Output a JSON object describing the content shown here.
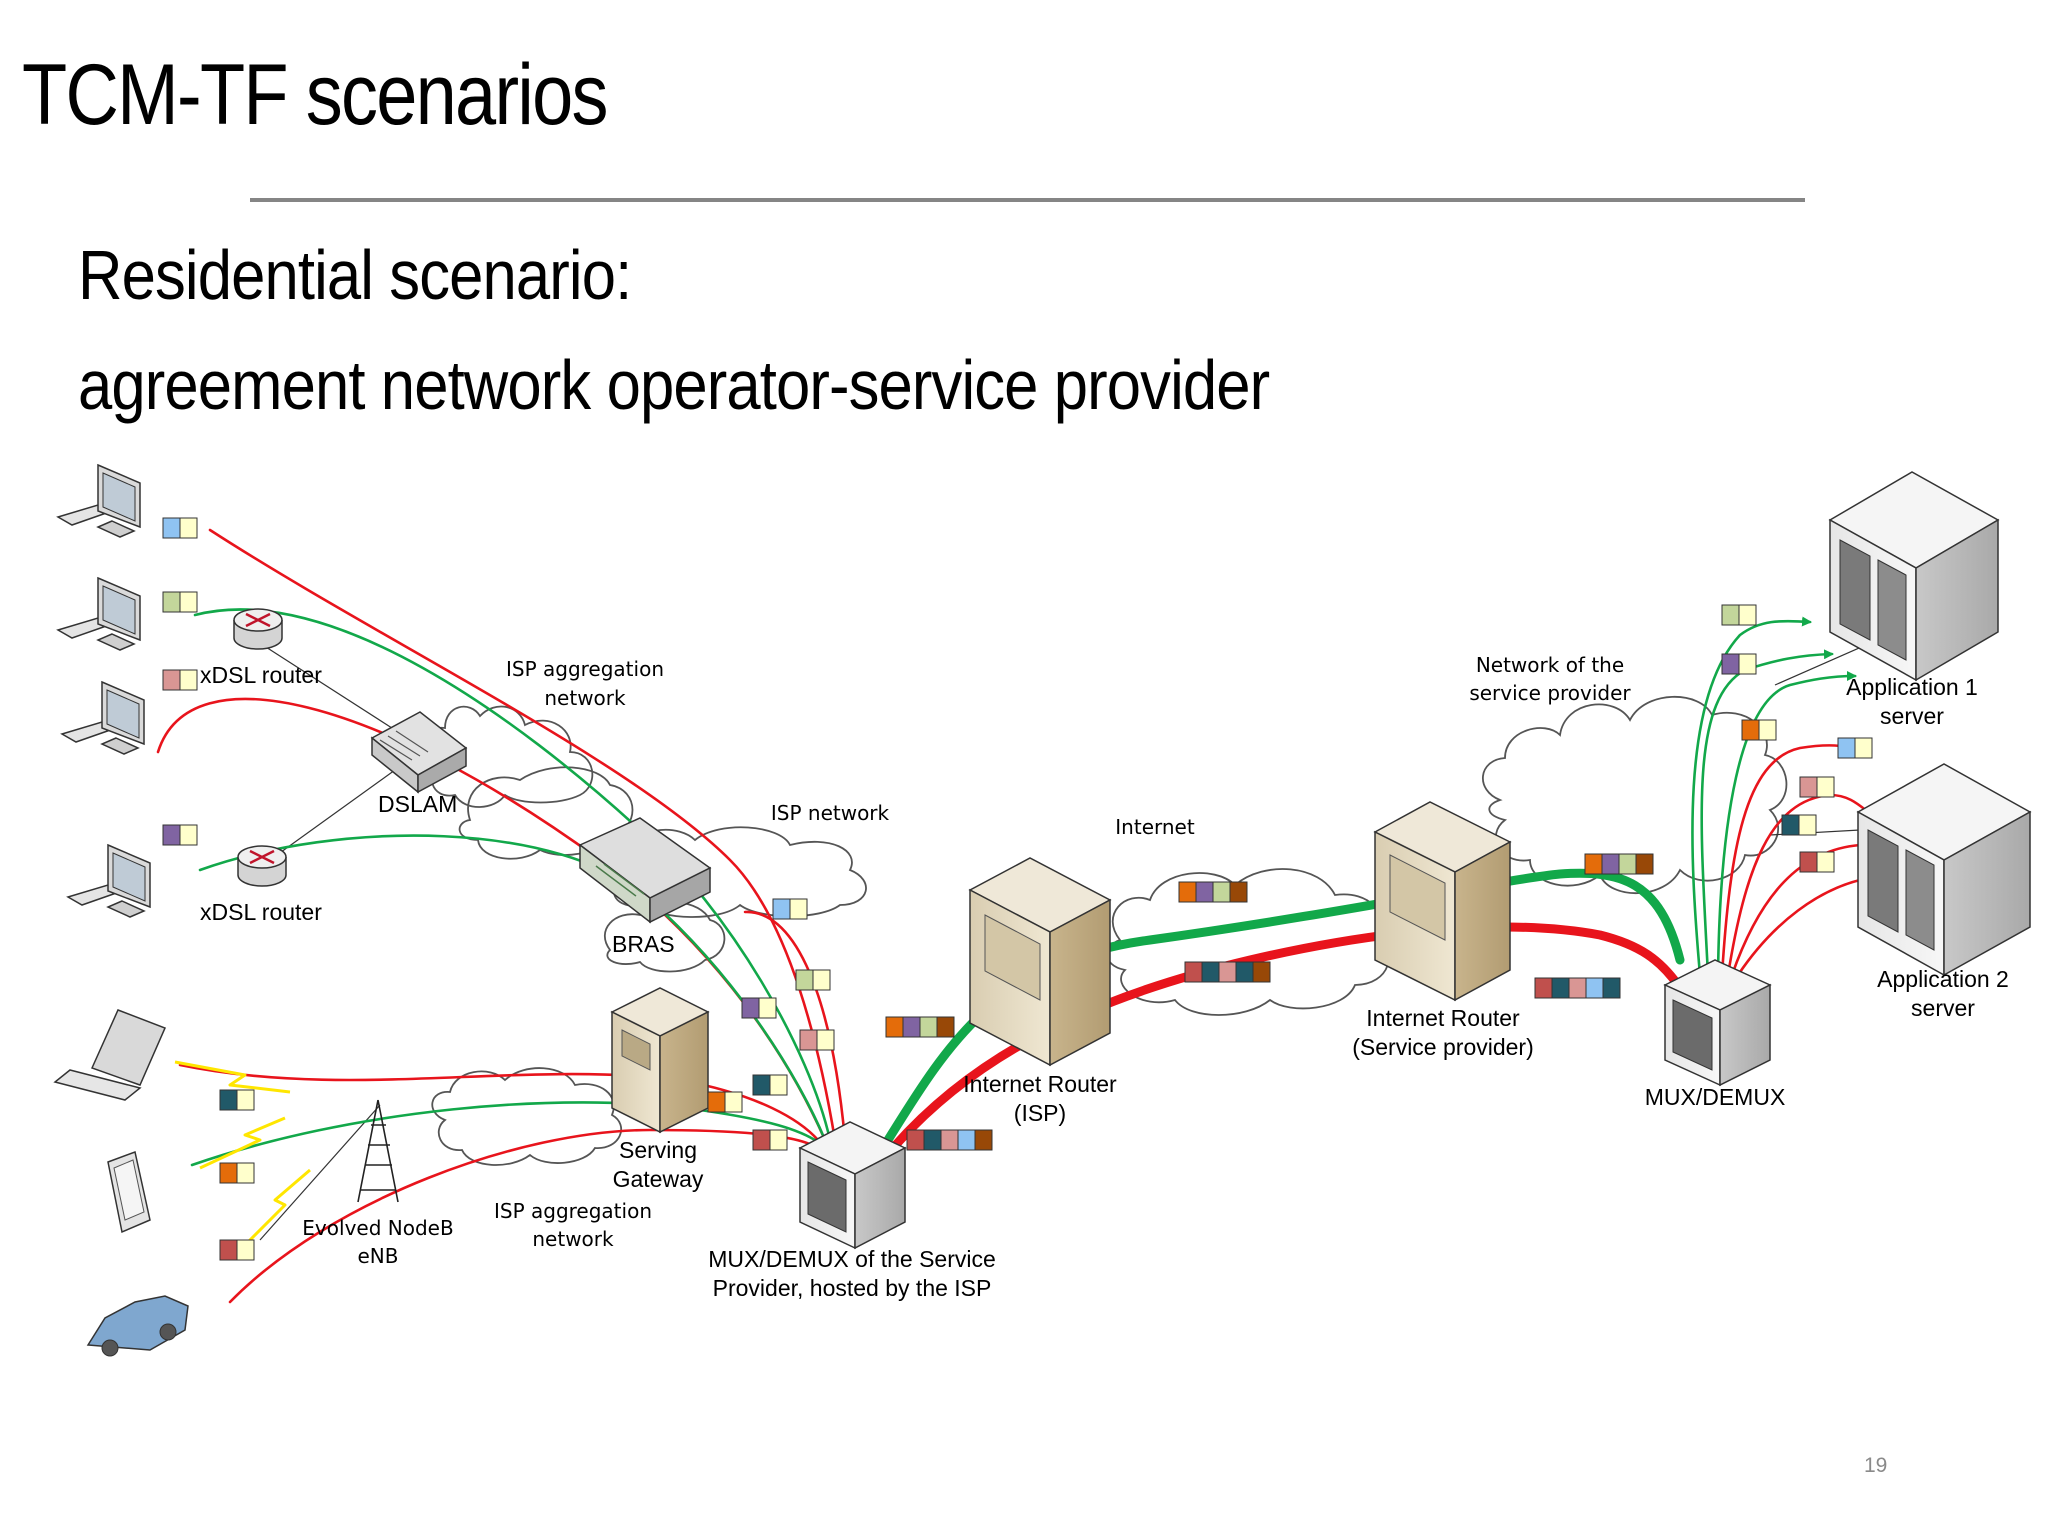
{
  "slide": {
    "title": "TCM-TF scenarios",
    "subtitle_line1": "Residential scenario:",
    "subtitle_line2": "agreement network operator-service provider",
    "page_number": "19"
  },
  "labels": {
    "xdsl_router_top": "xDSL router",
    "xdsl_router_bottom": "xDSL router",
    "dslam": "DSLAM",
    "bras": "BRAS",
    "isp_aggregation_top_1": "ISP aggregation",
    "isp_aggregation_top_2": "network",
    "isp_network": "ISP network",
    "internet": "Internet",
    "network_sp_1": "Network of the",
    "network_sp_2": "service provider",
    "app1_1": "Application 1",
    "app1_2": "server",
    "app2_1": "Application 2",
    "app2_2": "server",
    "internet_router_isp_1": "Internet Router",
    "internet_router_isp_2": "(ISP)",
    "internet_router_sp_1": "Internet Router",
    "internet_router_sp_2": "(Service provider)",
    "mux_demux": "MUX/DEMUX",
    "serving_gateway_1": "Serving",
    "serving_gateway_2": "Gateway",
    "enb_1": "Evolved NodeB",
    "enb_2": "eNB",
    "isp_aggregation_bottom_1": "ISP aggregation",
    "isp_aggregation_bottom_2": "network",
    "mux_sp_1": "MUX/DEMUX of the Service",
    "mux_sp_2": "Provider, hosted by the ISP"
  },
  "colors": {
    "red_flow": "#e8141c",
    "green_flow": "#12a84a",
    "rule": "#858585",
    "cloud_stroke": "#555555",
    "packet_blue": "#8fc3f2",
    "packet_sage": "#c3d69b",
    "packet_pink": "#d99694",
    "packet_purple": "#8064a2",
    "packet_orange": "#e46c0a",
    "packet_teal": "#215968",
    "packet_brick": "#c0504d",
    "packet_brown": "#984807",
    "packet_cream": "#ffffcc"
  },
  "icons": [
    "desktop-computer-icon",
    "router-icon",
    "dslam-switch-icon",
    "bras-icon",
    "server-tower-icon",
    "mux-box-icon",
    "application-server-icon",
    "laptop-icon",
    "smartphone-icon",
    "car-icon",
    "cell-tower-icon",
    "lightning-icon",
    "cloud-icon",
    "packet-icon"
  ]
}
